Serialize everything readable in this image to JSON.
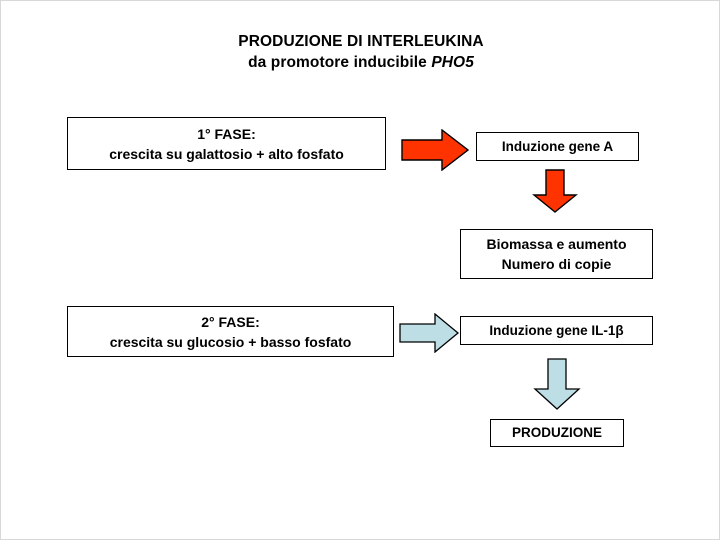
{
  "title": {
    "line1": "PRODUZIONE DI INTERLEUKINA",
    "line2_prefix": "da promotore inducibile ",
    "line2_italic": "PHO5"
  },
  "colors": {
    "red_arrow": "#FF3300",
    "red_arrow_outline": "#000000",
    "blue_arrow": "#BCDEE4",
    "blue_arrow_outline": "#000000",
    "box_border": "#000000",
    "box_fill": "#FFFFFF",
    "text": "#000000",
    "background": "#FFFFFF"
  },
  "phase1": {
    "box": {
      "line1": "1° FASE:",
      "line2": "crescita su galattosio + alto fosfato"
    },
    "arrow": "red-right-arrow",
    "result_box": {
      "line1": "Induzione gene A"
    },
    "arrow2": "red-down-arrow",
    "outcome_box": {
      "line1": "Biomassa e aumento",
      "line2": "Numero di copie"
    }
  },
  "phase2": {
    "box": {
      "line1": "2° FASE:",
      "line2": "crescita su glucosio + basso fosfato"
    },
    "arrow": "blue-right-arrow",
    "result_box": {
      "line1": "Induzione gene IL-1β"
    },
    "arrow2": "blue-down-arrow",
    "outcome_box": {
      "line1": "PRODUZIONE"
    }
  }
}
